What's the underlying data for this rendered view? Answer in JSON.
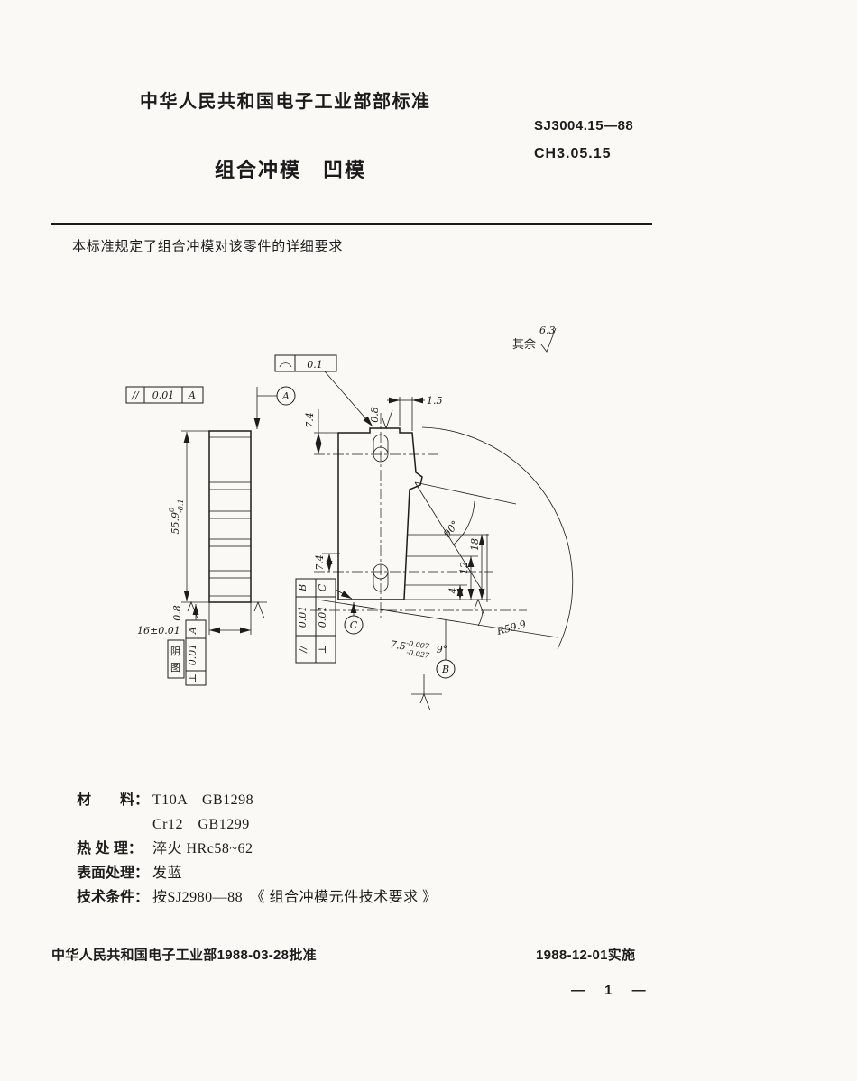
{
  "colors": {
    "paper": "#faf9f5",
    "ink": "#1b1b1b"
  },
  "header": {
    "org_line": "中华人民共和国电子工业部部标准",
    "standard_no": "SJ3004.15—88",
    "class_code": "CH3.05.15",
    "title": "组合冲模　凹模"
  },
  "intro": {
    "text": "本标准规定了组合冲模对该零件的详细要求"
  },
  "drawing": {
    "rest_note": "其余",
    "rest_value": "6.3",
    "profile_tol": {
      "symbol_icon": "arc-segment",
      "value": "0.1"
    },
    "parallel_a": {
      "symbol": "//",
      "value": "0.01",
      "datum": "A"
    },
    "perp_a": {
      "symbol": "⊥",
      "value": "0.01",
      "datum": "A"
    },
    "note_chars": [
      "阴",
      "图"
    ],
    "parallel_b": {
      "symbol": "//",
      "value": "0.01",
      "datum": "B"
    },
    "perp_c": {
      "symbol": "⊥",
      "value": "0.01",
      "datum": "C"
    },
    "datum_a": "A",
    "datum_b": "B",
    "datum_c": "C",
    "dim_height": {
      "value": "55.9",
      "upper": "0",
      "lower": "-0.1"
    },
    "dim_width": "16±0.01",
    "dim_top_offset": "7.4",
    "dim_bottom_offset": "7.4",
    "dim_taper": "1.5",
    "dim_18": "18",
    "dim_12": "12",
    "dim_4": "4",
    "dim_radius": "R59.9",
    "angle_main": "90°",
    "angle_relief": "9°",
    "dim_slot": {
      "value": "7.5",
      "upper": "-0.007",
      "lower": "-0.027"
    },
    "rough_left": "0.8",
    "rough_top": "0.8"
  },
  "specs": {
    "rows": [
      {
        "label": "材　　料：",
        "value": "T10A　GB1298"
      },
      {
        "label": "",
        "value": "Cr12　GB1299"
      },
      {
        "label": "热 处 理：",
        "value": "淬火 HRc58~62"
      },
      {
        "label": "表面处理：",
        "value": "发蓝"
      },
      {
        "label": "技术条件：",
        "value": "按SJ2980—88　《 组合冲模元件技术要求 》"
      }
    ]
  },
  "footer": {
    "approval": "中华人民共和国电子工业部1988-03-28批准",
    "implementation": "1988-12-01实施",
    "page_no": "— 1 —"
  }
}
